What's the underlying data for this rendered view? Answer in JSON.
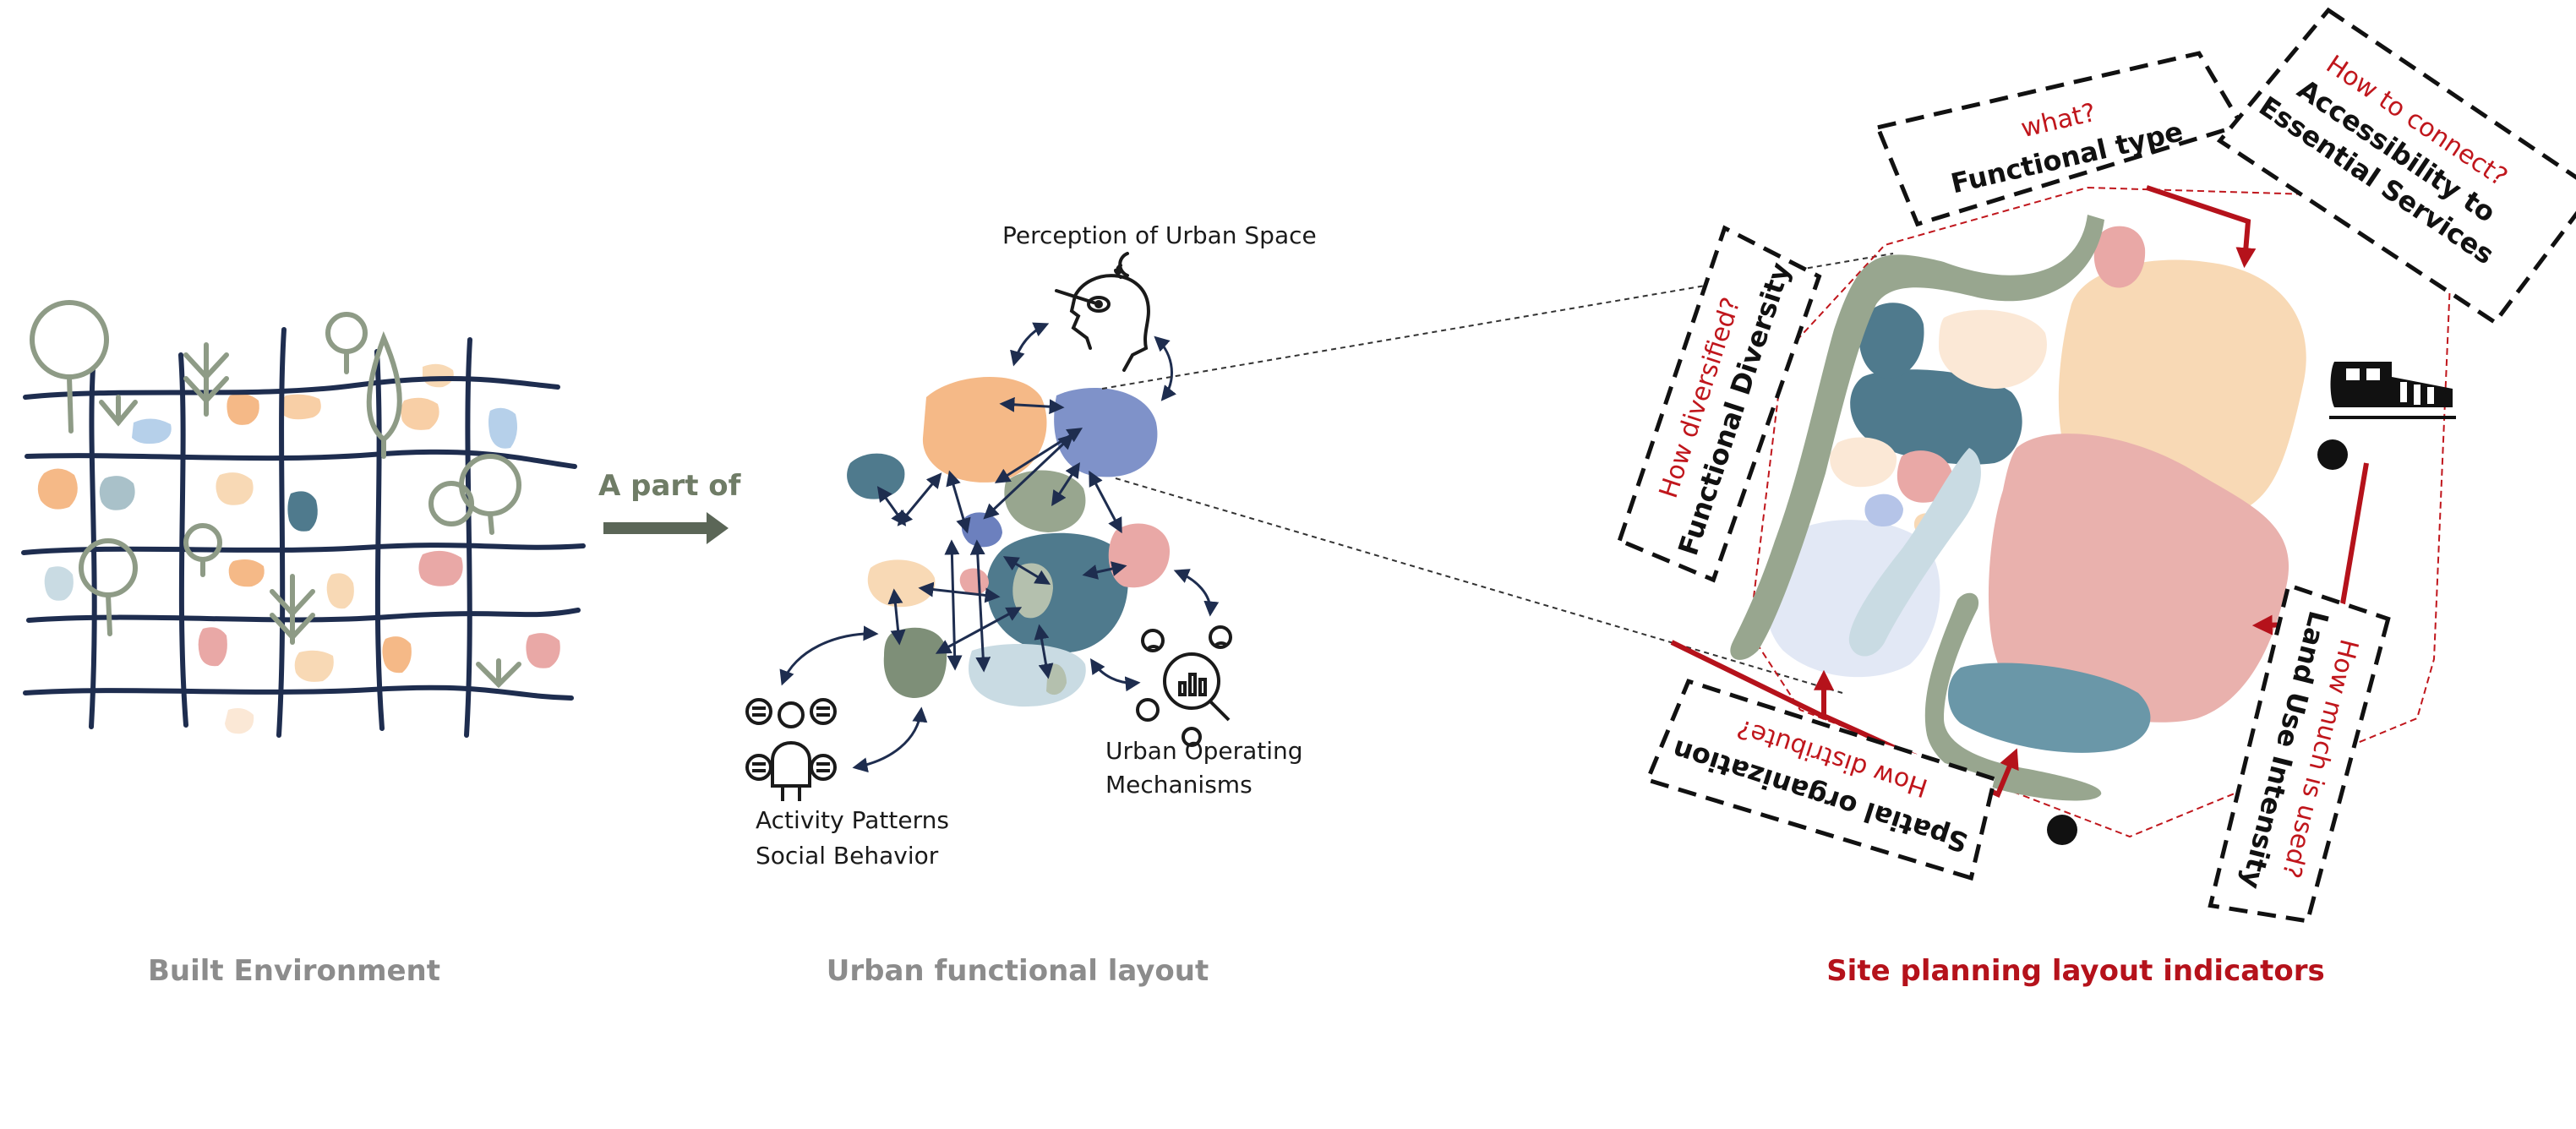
{
  "sections": {
    "built_environment": "Built Environment",
    "urban_functional_layout": "Urban functional layout",
    "site_planning": "Site planning layout indicators"
  },
  "connector": {
    "label": "A part of"
  },
  "labels": {
    "perception": "Perception of Urban Space",
    "activity_line1": "Activity Patterns",
    "activity_line2": "Social Behavior",
    "mechanisms_line1": "Urban Operating",
    "mechanisms_line2": "Mechanisms"
  },
  "indicators": {
    "functional_type": {
      "question": "what?",
      "title": "Functional  type"
    },
    "accessibility": {
      "question": "How to connect?",
      "title_line1": "Accessibility to",
      "title_line2": "Essential Services"
    },
    "diversity": {
      "question": "How diversified?",
      "title": "Functional Diversity"
    },
    "spatial": {
      "question": "How distribute?",
      "title": "Spatial organization"
    },
    "intensity": {
      "question": "How much is used?",
      "title": "Land Use Intensity"
    }
  },
  "colors": {
    "road": "#1e2d4f",
    "tree": "#8e9b86",
    "orange": "#f5b987",
    "peach": "#f8d9b5",
    "pink": "#e9a8a6",
    "blue": "#7f92c9",
    "teal": "#4f7a8d",
    "sage": "#98a68f",
    "light_blue": "#c9dbe3",
    "question_red": "#c0161c",
    "site_title_red": "#b5121b",
    "section_grey": "#8c8c8c"
  },
  "icons": [
    "tree-icon",
    "arrow-right-icon",
    "head-perception-icon",
    "people-activity-icon",
    "analytics-magnifier-icon",
    "train-icon",
    "station-dot-icon"
  ]
}
